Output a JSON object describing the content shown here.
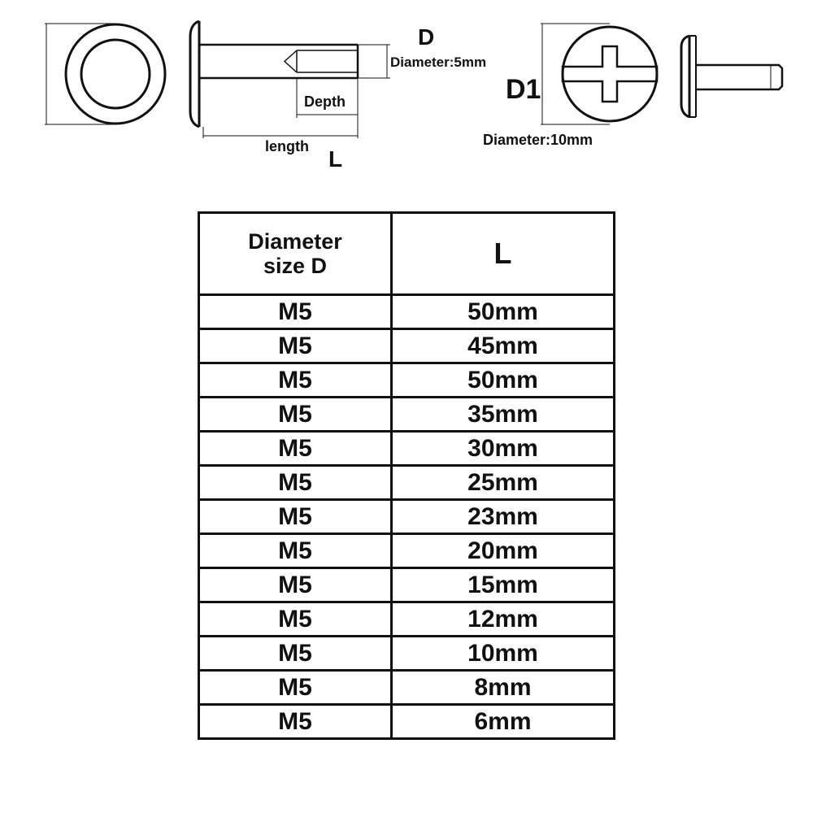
{
  "drawing": {
    "labels": {
      "d": "D",
      "d_diameter": "Diameter:5mm",
      "depth": "Depth",
      "length": "length",
      "l": "L",
      "d1": "D1",
      "d1_diameter": "Diameter:10mm"
    }
  },
  "table": {
    "headers": {
      "diameter_line1": "Diameter",
      "diameter_line2": "size D",
      "length": "L"
    },
    "rows": [
      {
        "d": "M5",
        "l": "50mm"
      },
      {
        "d": "M5",
        "l": "45mm"
      },
      {
        "d": "M5",
        "l": "50mm"
      },
      {
        "d": "M5",
        "l": "35mm"
      },
      {
        "d": "M5",
        "l": "30mm"
      },
      {
        "d": "M5",
        "l": "25mm"
      },
      {
        "d": "M5",
        "l": "23mm"
      },
      {
        "d": "M5",
        "l": "20mm"
      },
      {
        "d": "M5",
        "l": "15mm"
      },
      {
        "d": "M5",
        "l": "12mm"
      },
      {
        "d": "M5",
        "l": "10mm"
      },
      {
        "d": "M5",
        "l": "8mm"
      },
      {
        "d": "M5",
        "l": "6mm"
      }
    ]
  }
}
